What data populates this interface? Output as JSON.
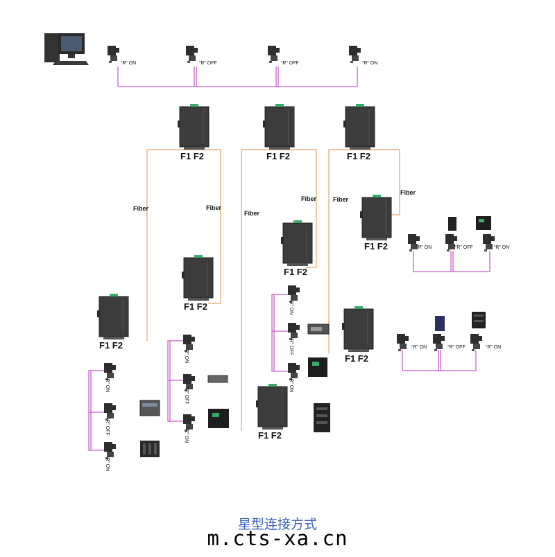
{
  "switch_label": "F1 F2",
  "fiber_label": "Fiber",
  "connector_tags": {
    "on": "“R” ON",
    "off": "“R” OFF",
    "on_v": "“R” ON",
    "off_v": "“R” OFF"
  },
  "caption": {
    "title": "星型连接方式",
    "url": "m.cts-xa.cn"
  },
  "colors": {
    "fiber": "#e8a268",
    "profibus": "#c85fc8",
    "device": "#3c3c3c",
    "caption_blue": "#3a5fc0"
  },
  "icons": [
    "computer-icon",
    "switch-icon",
    "dp-connector-icon",
    "plc-module-icon",
    "drive-icon",
    "io-module-icon"
  ]
}
